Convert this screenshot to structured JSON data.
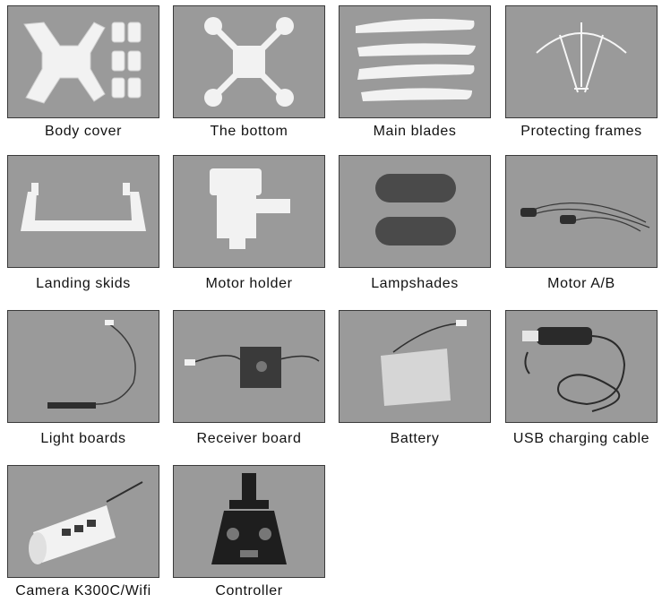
{
  "items": [
    {
      "label": "Body cover",
      "icon": "body-cover-image"
    },
    {
      "label": "The bottom",
      "icon": "bottom-frame-image"
    },
    {
      "label": "Main blades",
      "icon": "main-blades-image"
    },
    {
      "label": "Protecting frames",
      "icon": "protecting-frame-image"
    },
    {
      "label": "Landing skids",
      "icon": "landing-skids-image"
    },
    {
      "label": "Motor holder",
      "icon": "motor-holder-image"
    },
    {
      "label": "Lampshades",
      "icon": "lampshades-image"
    },
    {
      "label": "Motor A/B",
      "icon": "motor-image"
    },
    {
      "label": "Light boards",
      "icon": "light-board-image"
    },
    {
      "label": "Receiver board",
      "icon": "receiver-board-image"
    },
    {
      "label": "Battery",
      "icon": "battery-image"
    },
    {
      "label": "USB charging cable",
      "icon": "usb-cable-image"
    },
    {
      "label": "Camera K300C/Wifi",
      "icon": "camera-image"
    },
    {
      "label": "Controller",
      "icon": "controller-image"
    }
  ],
  "colors": {
    "tile_background": "#9a9a9a",
    "part_white": "#f2f2f2",
    "lampshade": "#4a4a4a"
  }
}
